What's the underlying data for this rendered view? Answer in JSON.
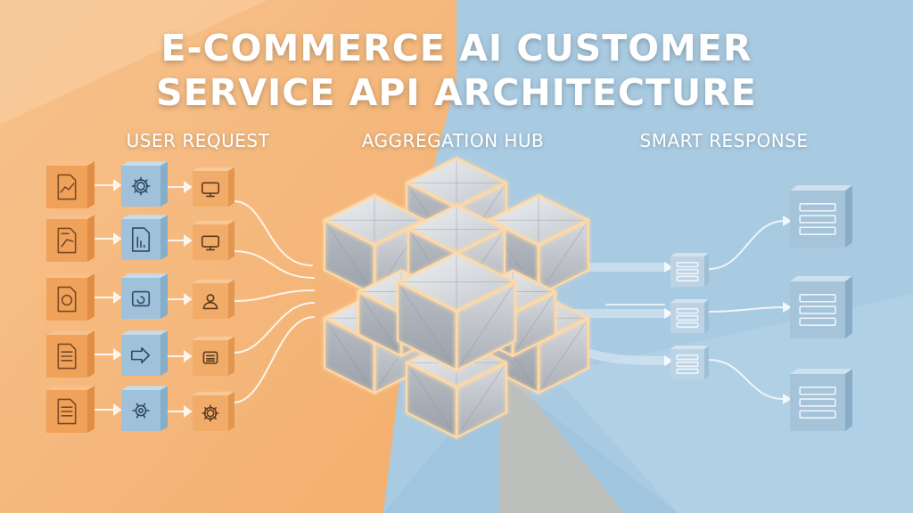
{
  "title": {
    "line1": "E-COMMERCE AI CUSTOMER",
    "line2": "SERVICE API ARCHITECTURE"
  },
  "columns": {
    "user_request": "USER REQUEST",
    "aggregation_hub": "AGGREGATION HUB",
    "smart_response": "SMART RESPONSE"
  },
  "colors": {
    "background_left": "#f6b97e",
    "background_right": "#a9cbe2",
    "orange_block": "#f0a55e",
    "blue_block": "#9fc0d7",
    "hub_silver": "#c9cdd3",
    "hub_glow": "#ffd9a6",
    "connector": "#ffffff"
  },
  "request_rows": [
    {
      "orange_icon": "chart-document-icon",
      "blue_icon": "gear-icon",
      "small_icon": "monitor-icon"
    },
    {
      "orange_icon": "trend-document-icon",
      "blue_icon": "report-document-icon",
      "small_icon": "monitor-icon"
    },
    {
      "orange_icon": "refund-document-icon",
      "blue_icon": "return-package-icon",
      "small_icon": "user-icon"
    },
    {
      "orange_icon": "document-icon",
      "blue_icon": "forward-arrow-icon",
      "small_icon": "message-icon"
    },
    {
      "orange_icon": "document-icon",
      "blue_icon": "settings-sync-icon",
      "small_icon": "gear-icon"
    }
  ],
  "response_cards": [
    {
      "icon": "form-card-icon"
    },
    {
      "icon": "form-card-icon"
    },
    {
      "icon": "form-card-icon"
    }
  ]
}
